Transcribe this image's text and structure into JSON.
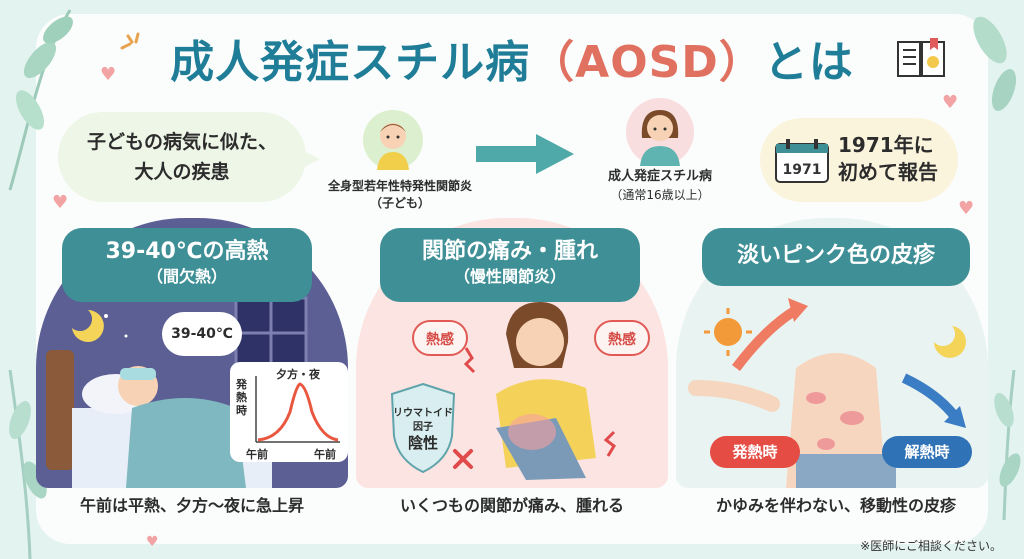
{
  "title": {
    "main": "成人発症スチル病",
    "abbr": "（AOSD）",
    "suffix": "とは"
  },
  "intro": {
    "bubble_line1": "子どもの病気に似た、",
    "bubble_line2": "大人の疾患",
    "child_label_line1": "全身型若年性特発性関節炎",
    "child_label_line2": "（子ども）",
    "adult_label_line1": "成人発症スチル病",
    "adult_label_line2": "（通常16歳以上）",
    "calendar_year": "1971",
    "report_line1": "1971年に",
    "report_line2": "初めて報告"
  },
  "panels": [
    {
      "heading": "39-40℃の高熱",
      "subheading": "（間欠熱）",
      "caption": "午前は平熱、夕方〜夜に急上昇"
    },
    {
      "heading": "関節の痛み・腫れ",
      "subheading": "（慢性関節炎）",
      "caption": "いくつもの関節が痛み、腫れる"
    },
    {
      "heading": "淡いピンク色の皮疹",
      "subheading": "",
      "caption": "かゆみを伴わない、移動性の皮疹"
    }
  ],
  "fever": {
    "thought_bubble": "39-40℃",
    "chart_ylabel": [
      "発",
      "熱",
      "時"
    ],
    "chart_peak_label": "夕方・夜",
    "chart_x_left": "午前",
    "chart_x_right": "午前"
  },
  "joint": {
    "heat_left": "熱感",
    "heat_right": "熱感",
    "shield_line1": "リウマトイド",
    "shield_line2": "因子",
    "shield_line3": "陰性"
  },
  "rash": {
    "fever_badge": "発熱時",
    "defever_badge": "解熱時"
  },
  "footnote": "※医師にご相談ください。",
  "colors": {
    "title": "#1f7d97",
    "accent": "#e07060",
    "pill": "#3e8f96",
    "fever": "#e44c44",
    "defever": "#2f72b6"
  }
}
